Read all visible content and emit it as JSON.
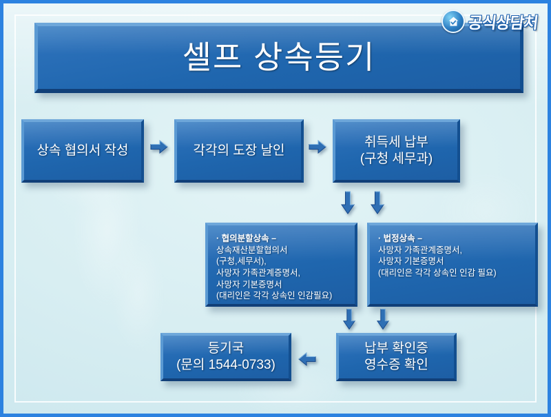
{
  "slide": {
    "title": "셀프 상속등기",
    "background_color": "#d8eef2",
    "frame_color": "#2c82e0",
    "box_color": "#1f66ae",
    "arrow_color": "#2c6cb0"
  },
  "logo": {
    "text": "공식상담처",
    "icon": "house-check-circle-icon"
  },
  "flow": {
    "row1": [
      {
        "id": "agreement",
        "label": "상속 협의서 작성"
      },
      {
        "id": "seal",
        "label": "각각의 도장 날인"
      },
      {
        "id": "tax",
        "label": "취득세 납부\n(구청 세무과)"
      }
    ],
    "details": [
      {
        "id": "consult",
        "heading": "· 협의분할상속 –",
        "body": "상속재산분할협의서\n(구청,세무서),\n사망자 가족관계증명서,\n사망자 기본증명서\n(대리인은 각각 상속인 인감필요)"
      },
      {
        "id": "legal",
        "heading": "· 법정상속 –",
        "body": "사망자 가족관계증명서,\n사망자 기본증명서\n (대리인은 각각 상속인 인감 필요)"
      }
    ],
    "row3": [
      {
        "id": "registry",
        "label": "등기국\n(문의 1544-0733)"
      },
      {
        "id": "receipt",
        "label": "납부 확인증\n영수증 확인"
      }
    ],
    "arrows": [
      {
        "id": "r1",
        "direction": "right"
      },
      {
        "id": "r2",
        "direction": "right"
      },
      {
        "id": "d1",
        "direction": "down"
      },
      {
        "id": "d2",
        "direction": "down"
      },
      {
        "id": "d3",
        "direction": "down"
      },
      {
        "id": "d4",
        "direction": "down"
      },
      {
        "id": "left",
        "direction": "left"
      }
    ]
  }
}
